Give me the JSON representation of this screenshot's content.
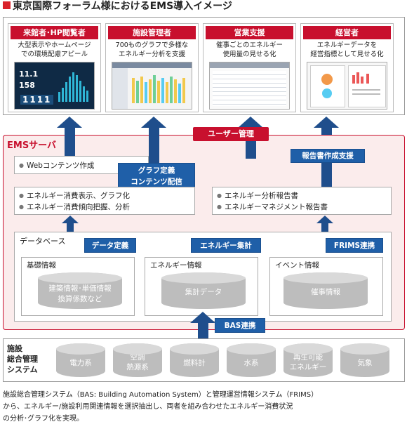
{
  "title": "東京国際フォーラム様におけるEMS導入イメージ",
  "panels": [
    {
      "head": "来館者･HP閲覧者",
      "desc1": "大型表示やホームページ",
      "desc2": "での環境配慮アピール",
      "value1": "11.1",
      "value2": "158",
      "value3": "1111"
    },
    {
      "head": "施設管理者",
      "desc1": "700ものグラフで多様な",
      "desc2": "エネルギー分析を支援"
    },
    {
      "head": "営業支援",
      "desc1": "催事ごとのエネルギー",
      "desc2": "使用量の見せる化"
    },
    {
      "head": "経営者",
      "desc1": "エネルギーデータを",
      "desc2": "経営指標として見せる化"
    }
  ],
  "user_mgmt": "ユーザー管理",
  "ems_label": "EMSサーバ",
  "web_content": "Webコンテンツ作成",
  "graph_def": {
    "line1": "グラフ定義",
    "line2": "コンテンツ配信"
  },
  "energy_display": [
    "エネルギー消費表示、グラフ化",
    "エネルギー消費傾向把握、分析"
  ],
  "report_support": "報告書作成支援",
  "energy_report": [
    "エネルギー分析報告書",
    "エネルギーマネジメント報告書"
  ],
  "database": "データベース",
  "tags": [
    "データ定義",
    "エネルギー集計",
    "FRIMS連携"
  ],
  "db_sections": [
    {
      "label": "基礎情報",
      "cyl1": "建築情報･単価情報",
      "cyl2": "換算係数など"
    },
    {
      "label": "エネルギー情報",
      "cyl1": "集計データ",
      "cyl2": ""
    },
    {
      "label": "イベント情報",
      "cyl1": "催事情報",
      "cyl2": ""
    }
  ],
  "bas_link": "BAS連携",
  "system_label": [
    "施設",
    "総合管理",
    "システム"
  ],
  "systems": [
    {
      "l1": "電力系",
      "l2": ""
    },
    {
      "l1": "空調",
      "l2": "熱源系"
    },
    {
      "l1": "燃料計",
      "l2": ""
    },
    {
      "l1": "水系",
      "l2": ""
    },
    {
      "l1": "再生可能",
      "l2": "エネルギー"
    },
    {
      "l1": "気象",
      "l2": ""
    }
  ],
  "caption": [
    "施設総合管理システム（BAS: Building Automation System）と管理運営情報システム（FRIMS）",
    "から、エネルギー/施設利用関連情報を選択抽出し、両者を組み合わせたエネルギー消費状況",
    "の分析･グラフ化を実現。"
  ],
  "colors": {
    "accent_red": "#c8102e",
    "accent_blue": "#1f5fa8",
    "ems_bg": "#fbecec"
  }
}
